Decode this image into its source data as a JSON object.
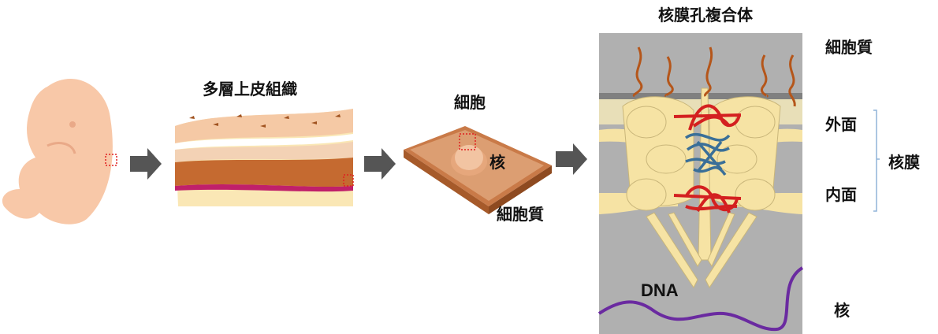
{
  "labels": {
    "tissue": "多層上皮組織",
    "cell": "細胞",
    "cell_nucleus": "核",
    "cell_cytoplasm": "細胞質",
    "npc_title": "核膜孔複合体",
    "npc_cytoplasm": "細胞質",
    "outer_face": "外面",
    "inner_face": "内面",
    "nuclear_envelope": "核膜",
    "dna": "DNA",
    "nucleus": "核"
  },
  "colors": {
    "embryo": "#f8c8a8",
    "arrow": "#555555",
    "cell": "#d9956a",
    "panel_bg": "#b0b0b0",
    "membrane": "#f6e3a4",
    "fg_nups": "#3a6f98",
    "ring": "#d42020",
    "filament": "#b5561a",
    "dna": "#6a2aa0",
    "bracket": "#8fb3d9",
    "highlight_box": "#e02020"
  }
}
